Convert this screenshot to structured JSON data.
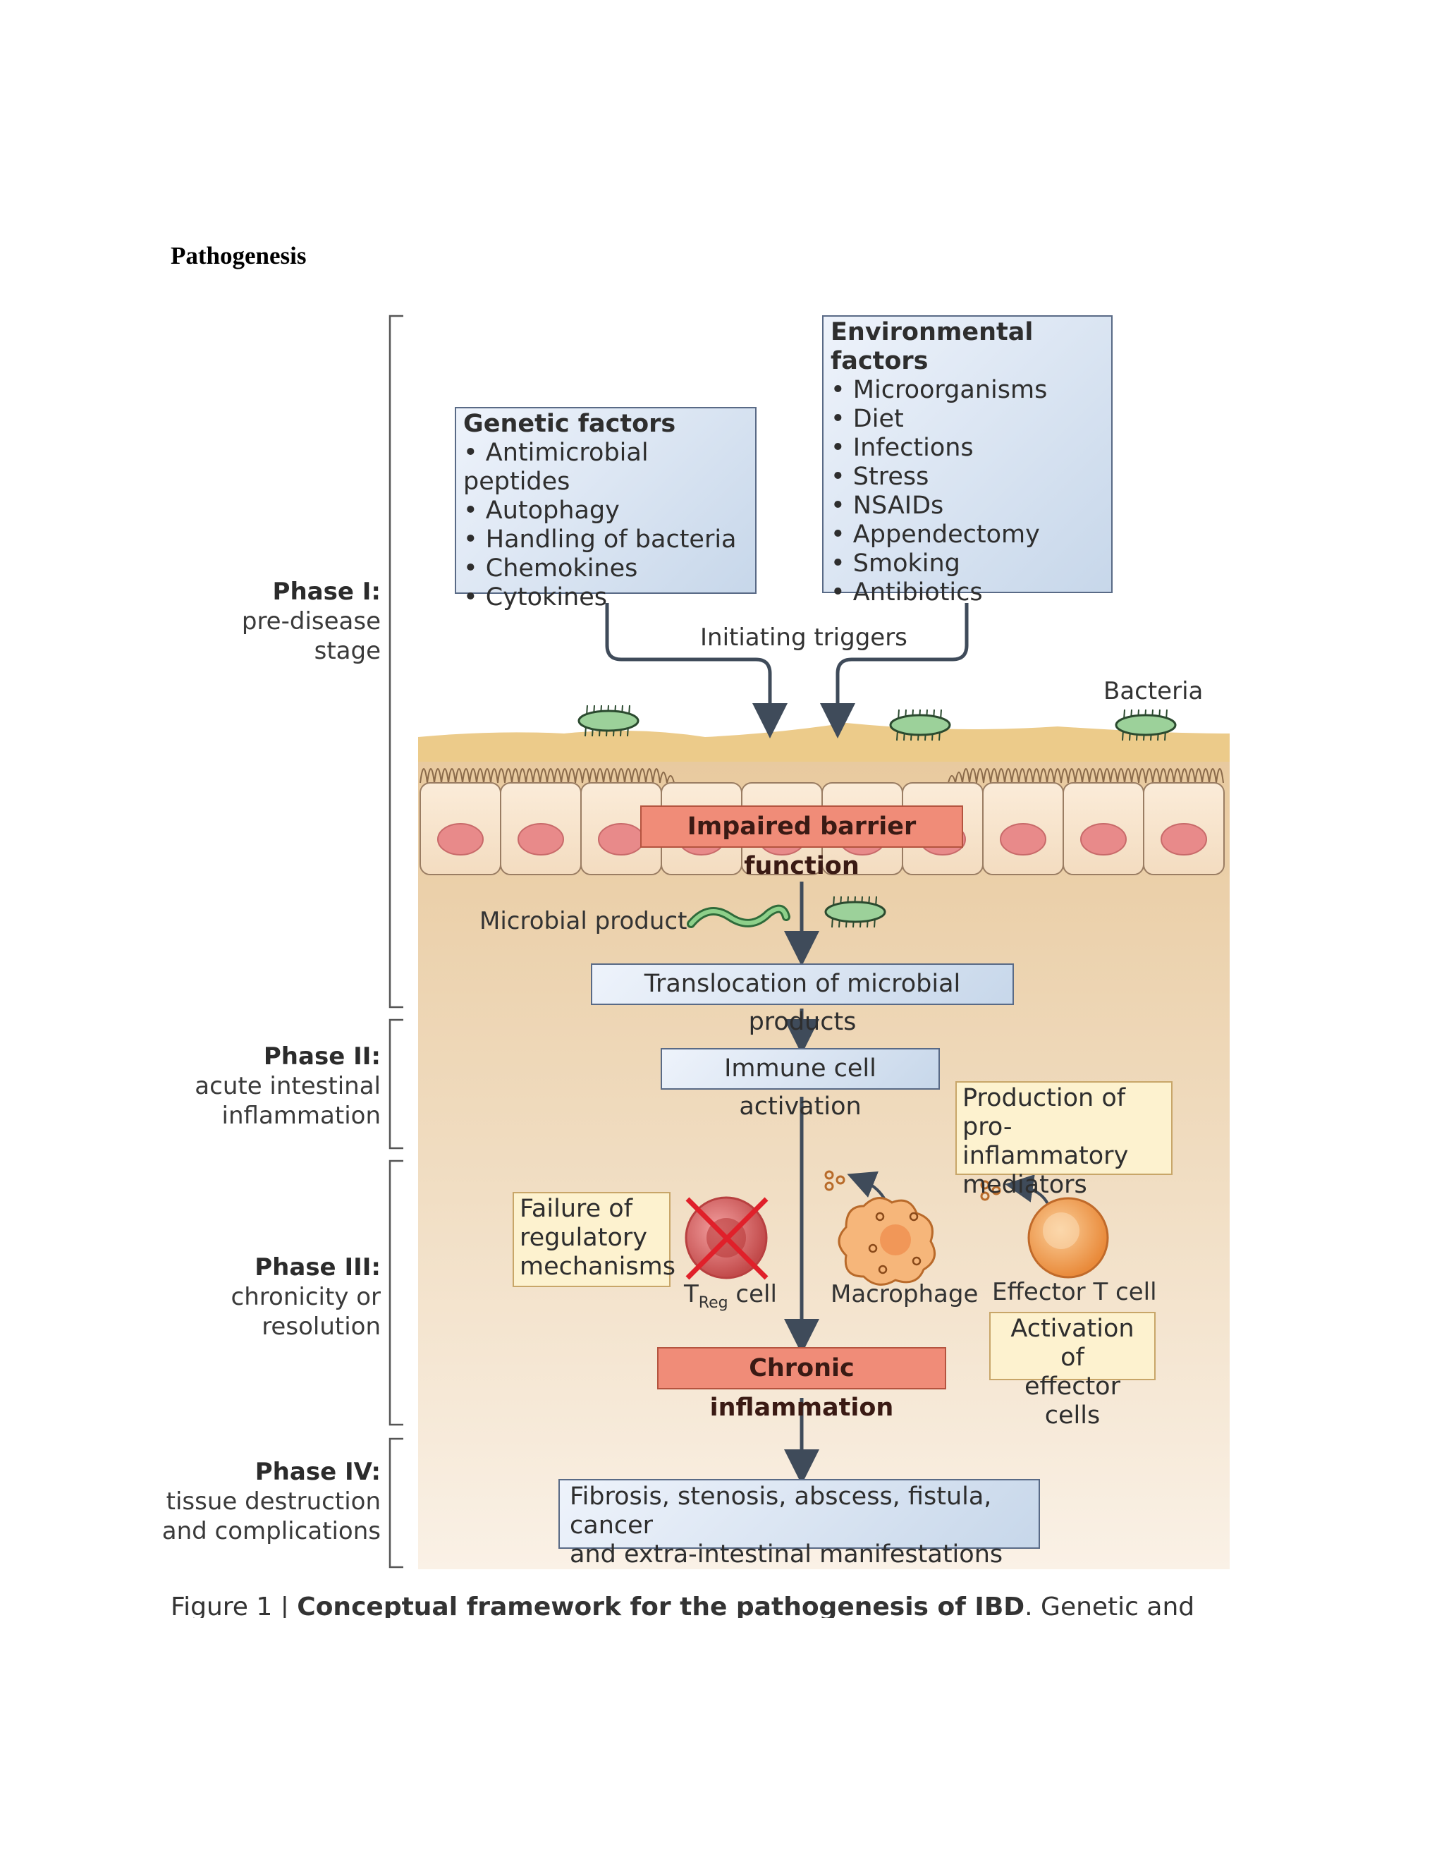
{
  "section_title": "Pathogenesis",
  "phases": [
    {
      "name": "Phase I:",
      "desc": [
        "pre-disease",
        "stage"
      ]
    },
    {
      "name": "Phase II:",
      "desc": [
        "acute intestinal",
        "inflammation"
      ]
    },
    {
      "name": "Phase III:",
      "desc": [
        "chronicity or",
        "resolution"
      ]
    },
    {
      "name": "Phase IV:",
      "desc": [
        "tissue destruction",
        "and complications"
      ]
    }
  ],
  "genetic": {
    "title": "Genetic factors",
    "items": [
      "Antimicrobial peptides",
      "Autophagy",
      "Handling of bacteria",
      "Chemokines",
      "Cytokines"
    ]
  },
  "environmental": {
    "title": "Environmental factors",
    "items": [
      "Microorganisms",
      "Diet",
      "Infections",
      "Stress",
      "NSAIDs",
      "Appendectomy",
      "Smoking",
      "Antibiotics"
    ]
  },
  "labels": {
    "initiating_triggers": "Initiating triggers",
    "bacteria": "Bacteria",
    "impaired_barrier": "Impaired barrier function",
    "microbial_product": "Microbial product",
    "translocation": "Translocation of microbial products",
    "immune_activation": "Immune cell activation",
    "production": [
      "Production of",
      "pro-inflammatory",
      "mediators"
    ],
    "failure": [
      "Failure of",
      "regulatory",
      "mechanisms"
    ],
    "treg_t": "T",
    "treg_sub": "Reg",
    "treg_cell": " cell",
    "macrophage": "Macrophage",
    "effector_t": "Effector T cell",
    "activation": [
      "Activation of",
      "effector cells"
    ],
    "chronic": "Chronic inflammation",
    "outcome": [
      "Fibrosis, stenosis, abscess, fistula, cancer",
      "and extra-intestinal manifestations"
    ]
  },
  "caption": {
    "prefix": "Figure 1 | ",
    "title": "Conceptual framework for the pathogenesis of IBD",
    "rest": ". Genetic and"
  }
}
